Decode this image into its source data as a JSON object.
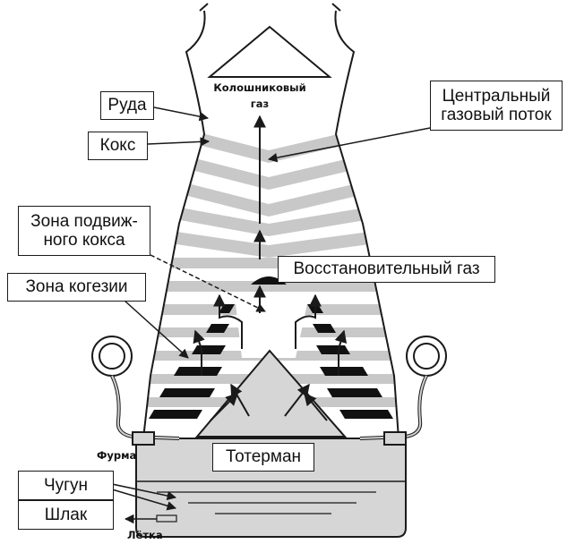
{
  "labels": {
    "ore": "Руда",
    "coke": "Кокс",
    "central_flow_line1": "Центральный",
    "central_flow_line2": "газовый поток",
    "moving_coke_line1": "Зона подвиж-",
    "moving_coke_line2": "ного кокса",
    "cohesive_zone": "Зона когезии",
    "reducing_gas": "Восстановительный газ",
    "deadman": "Тотерман",
    "iron": "Чугун",
    "slag": "Шлак",
    "top_gas_line1": "Колошниковый",
    "top_gas_line2": "газ",
    "tuyere": "Фурма",
    "taphole": "Лётка"
  },
  "colors": {
    "outline": "#1a1a1a",
    "ore_layer": "#c8c8c8",
    "hearth_fill": "#d6d6d6",
    "cohesive_layer": "#111111"
  }
}
